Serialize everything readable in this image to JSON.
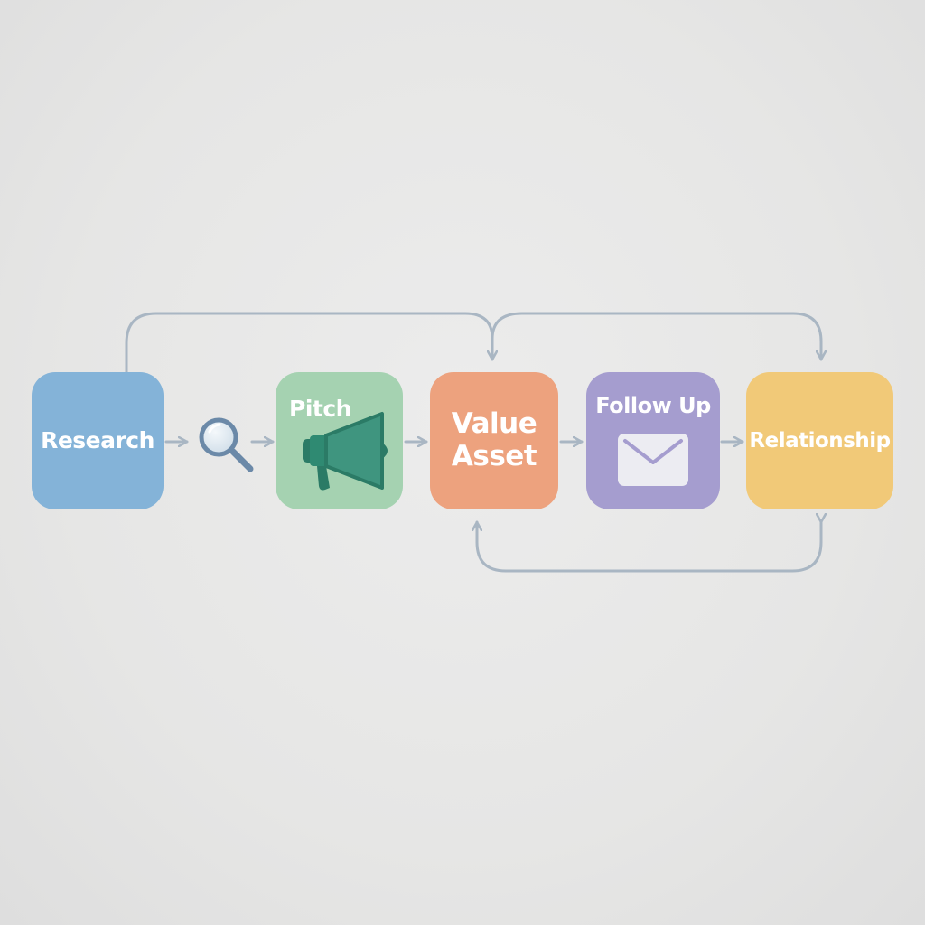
{
  "nodes": {
    "research": {
      "label": "Research",
      "color": "#84b3d8"
    },
    "pitch": {
      "label": "Pitch",
      "color": "#a5d2b1",
      "icon": "megaphone-icon"
    },
    "value_asset": {
      "label": "Value Asset",
      "color": "#eda27e"
    },
    "follow_up": {
      "label": "Follow Up",
      "color": "#a59dcf",
      "icon": "envelope-icon"
    },
    "relationship": {
      "label": "Relationship",
      "color": "#f1c978"
    }
  },
  "standalone_icons": [
    "magnifier-icon"
  ],
  "connectors": [
    {
      "from": "research",
      "to": "value_asset",
      "style": "arc-top"
    },
    {
      "from": "value_asset",
      "to": "relationship",
      "style": "arc-top"
    },
    {
      "from": "relationship",
      "to": "value_asset",
      "style": "arc-bottom-bidirectional"
    },
    {
      "from": "research",
      "to": "pitch",
      "style": "straight",
      "via": "magnifier-icon"
    },
    {
      "from": "pitch",
      "to": "value_asset",
      "style": "straight"
    },
    {
      "from": "value_asset",
      "to": "follow_up",
      "style": "straight"
    },
    {
      "from": "follow_up",
      "to": "relationship",
      "style": "straight"
    }
  ],
  "colors": {
    "connector": "#a9b6c3",
    "background": "#e6e6e5"
  }
}
